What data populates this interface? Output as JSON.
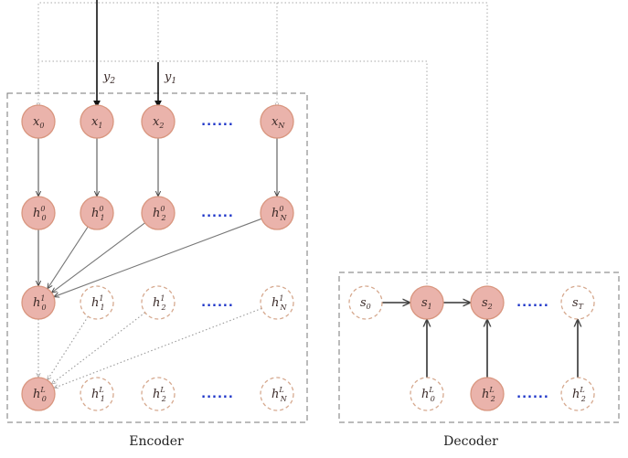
{
  "colors": {
    "filled_node": "#eab3ab",
    "filled_stroke": "#d9967f",
    "empty_stroke": "#d6a98f",
    "dots": "#1d34c8",
    "solid_edge": "#555555",
    "dotted_edge": "#9a9a9a"
  },
  "encoder": {
    "label": "Encoder",
    "inputs": [
      {
        "id": "x0",
        "base": "x",
        "sub": "0",
        "sup": ""
      },
      {
        "id": "x1",
        "base": "x",
        "sub": "1",
        "sup": ""
      },
      {
        "id": "x2",
        "base": "x",
        "sub": "2",
        "sup": ""
      },
      {
        "id": "xN",
        "base": "x",
        "sub": "N",
        "sup": ""
      }
    ],
    "layer0": [
      {
        "id": "h00",
        "base": "h",
        "sub": "0",
        "sup": "0"
      },
      {
        "id": "h01",
        "base": "h",
        "sub": "1",
        "sup": "0"
      },
      {
        "id": "h02",
        "base": "h",
        "sub": "2",
        "sup": "0"
      },
      {
        "id": "h0N",
        "base": "h",
        "sub": "N",
        "sup": "0"
      }
    ],
    "layer1": [
      {
        "id": "h10",
        "base": "h",
        "sub": "0",
        "sup": "1",
        "filled": true
      },
      {
        "id": "h11",
        "base": "h",
        "sub": "1",
        "sup": "1",
        "filled": false
      },
      {
        "id": "h12",
        "base": "h",
        "sub": "2",
        "sup": "1",
        "filled": false
      },
      {
        "id": "h1N",
        "base": "h",
        "sub": "N",
        "sup": "1",
        "filled": false
      }
    ],
    "layerL": [
      {
        "id": "hL0",
        "base": "h",
        "sub": "0",
        "sup": "L",
        "filled": true
      },
      {
        "id": "hL1",
        "base": "h",
        "sub": "1",
        "sup": "L",
        "filled": false
      },
      {
        "id": "hL2",
        "base": "h",
        "sub": "2",
        "sup": "L",
        "filled": false
      },
      {
        "id": "hLN",
        "base": "h",
        "sub": "N",
        "sup": "L",
        "filled": false
      }
    ]
  },
  "decoder": {
    "label": "Decoder",
    "states": [
      {
        "id": "s0",
        "base": "s",
        "sub": "0",
        "sup": "",
        "filled": false
      },
      {
        "id": "s1",
        "base": "s",
        "sub": "1",
        "sup": "",
        "filled": true
      },
      {
        "id": "s2",
        "base": "s",
        "sub": "2",
        "sup": "",
        "filled": true
      },
      {
        "id": "sT",
        "base": "s",
        "sub": "T",
        "sup": "",
        "filled": false
      }
    ],
    "hidden": [
      {
        "id": "dhL0",
        "base": "h",
        "sub": "0",
        "sup": "L",
        "filled": false
      },
      {
        "id": "dhL2",
        "base": "h",
        "sub": "2",
        "sup": "L",
        "filled": true
      },
      {
        "id": "dhL2b",
        "base": "h",
        "sub": "2",
        "sup": "L",
        "filled": false
      }
    ]
  },
  "outputs": [
    {
      "id": "y2",
      "base": "y",
      "sub": "2"
    },
    {
      "id": "y1",
      "base": "y",
      "sub": "1"
    }
  ],
  "ellipsis": "......"
}
